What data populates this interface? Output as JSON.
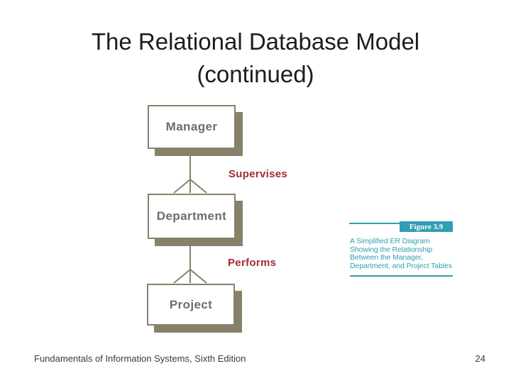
{
  "slide": {
    "title": {
      "line1": "The Relational Database Model",
      "line2": "(continued)"
    },
    "footer": {
      "book": "Fundamentals of Information Systems, Sixth Edition",
      "page_number": "24"
    }
  },
  "diagram": {
    "type": "entity-relationship",
    "entities": [
      {
        "label": "Manager"
      },
      {
        "label": "Department"
      },
      {
        "label": "Project"
      }
    ],
    "relationships": [
      {
        "label": "Supervises",
        "from": "Manager",
        "to": "Department",
        "cardinality": "one-to-many"
      },
      {
        "label": "Performs",
        "from": "Department",
        "to": "Project",
        "cardinality": "one-to-many"
      }
    ]
  },
  "figure": {
    "label": "Figure 3.9",
    "caption_lines": [
      "A Simplified ER Diagram",
      "Showing the Relationship",
      "Between the Manager,",
      "Department, and Project Tables"
    ]
  },
  "colors": {
    "entity_border": "#87816a",
    "entity_shadow": "#87816a",
    "entity_text": "#6d6d6d",
    "relationship_text": "#a32c31",
    "figure_teal": "#2f9fb3",
    "title_text": "#1c1c1c",
    "footer_text": "#3a3a3a"
  }
}
